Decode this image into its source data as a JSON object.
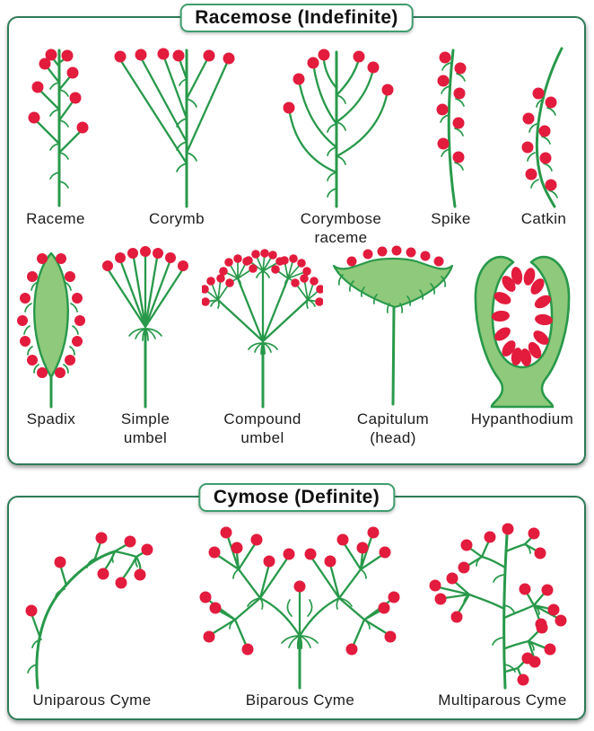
{
  "titles": {
    "racemose": "Racemose (Indefinite)",
    "cymose": "Cymose (Definite)"
  },
  "figures": {
    "raceme": "Raceme",
    "corymb": "Corymb",
    "corymbose_raceme": "Corymbose\nraceme",
    "spike": "Spike",
    "catkin": "Catkin",
    "spadix": "Spadix",
    "simple_umbel": "Simple\numbel",
    "compound_umbel": "Compound\numbel",
    "capitulum": "Capitulum\n(head)",
    "hypanthodium": "Hypanthodium",
    "uniparous_cyme": "Uniparous Cyme",
    "biparous_cyme": "Biparous Cyme",
    "multiparous_cyme": "Multiparous Cyme"
  },
  "colors": {
    "stem": "#28994a",
    "flower": "#e31b3d",
    "receptacle_fill": "#8fc97b",
    "panel_border": "#2e7c58",
    "title_border": "#3f9e6e",
    "label_text": "#1c1c1c"
  }
}
